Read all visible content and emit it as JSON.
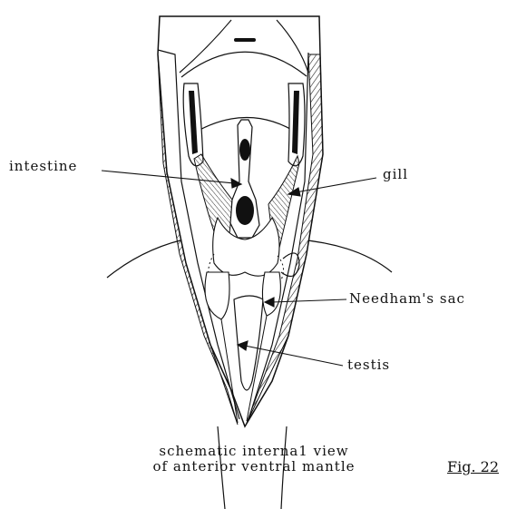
{
  "labels": {
    "intestine": "intestine",
    "gill": "gill",
    "needhams_sac": "Needham's sac",
    "testis": "testis"
  },
  "caption": {
    "line1": "schematic interna1 view",
    "line2": "of anterior ventral mantle"
  },
  "figure_number": "Fig. 22"
}
